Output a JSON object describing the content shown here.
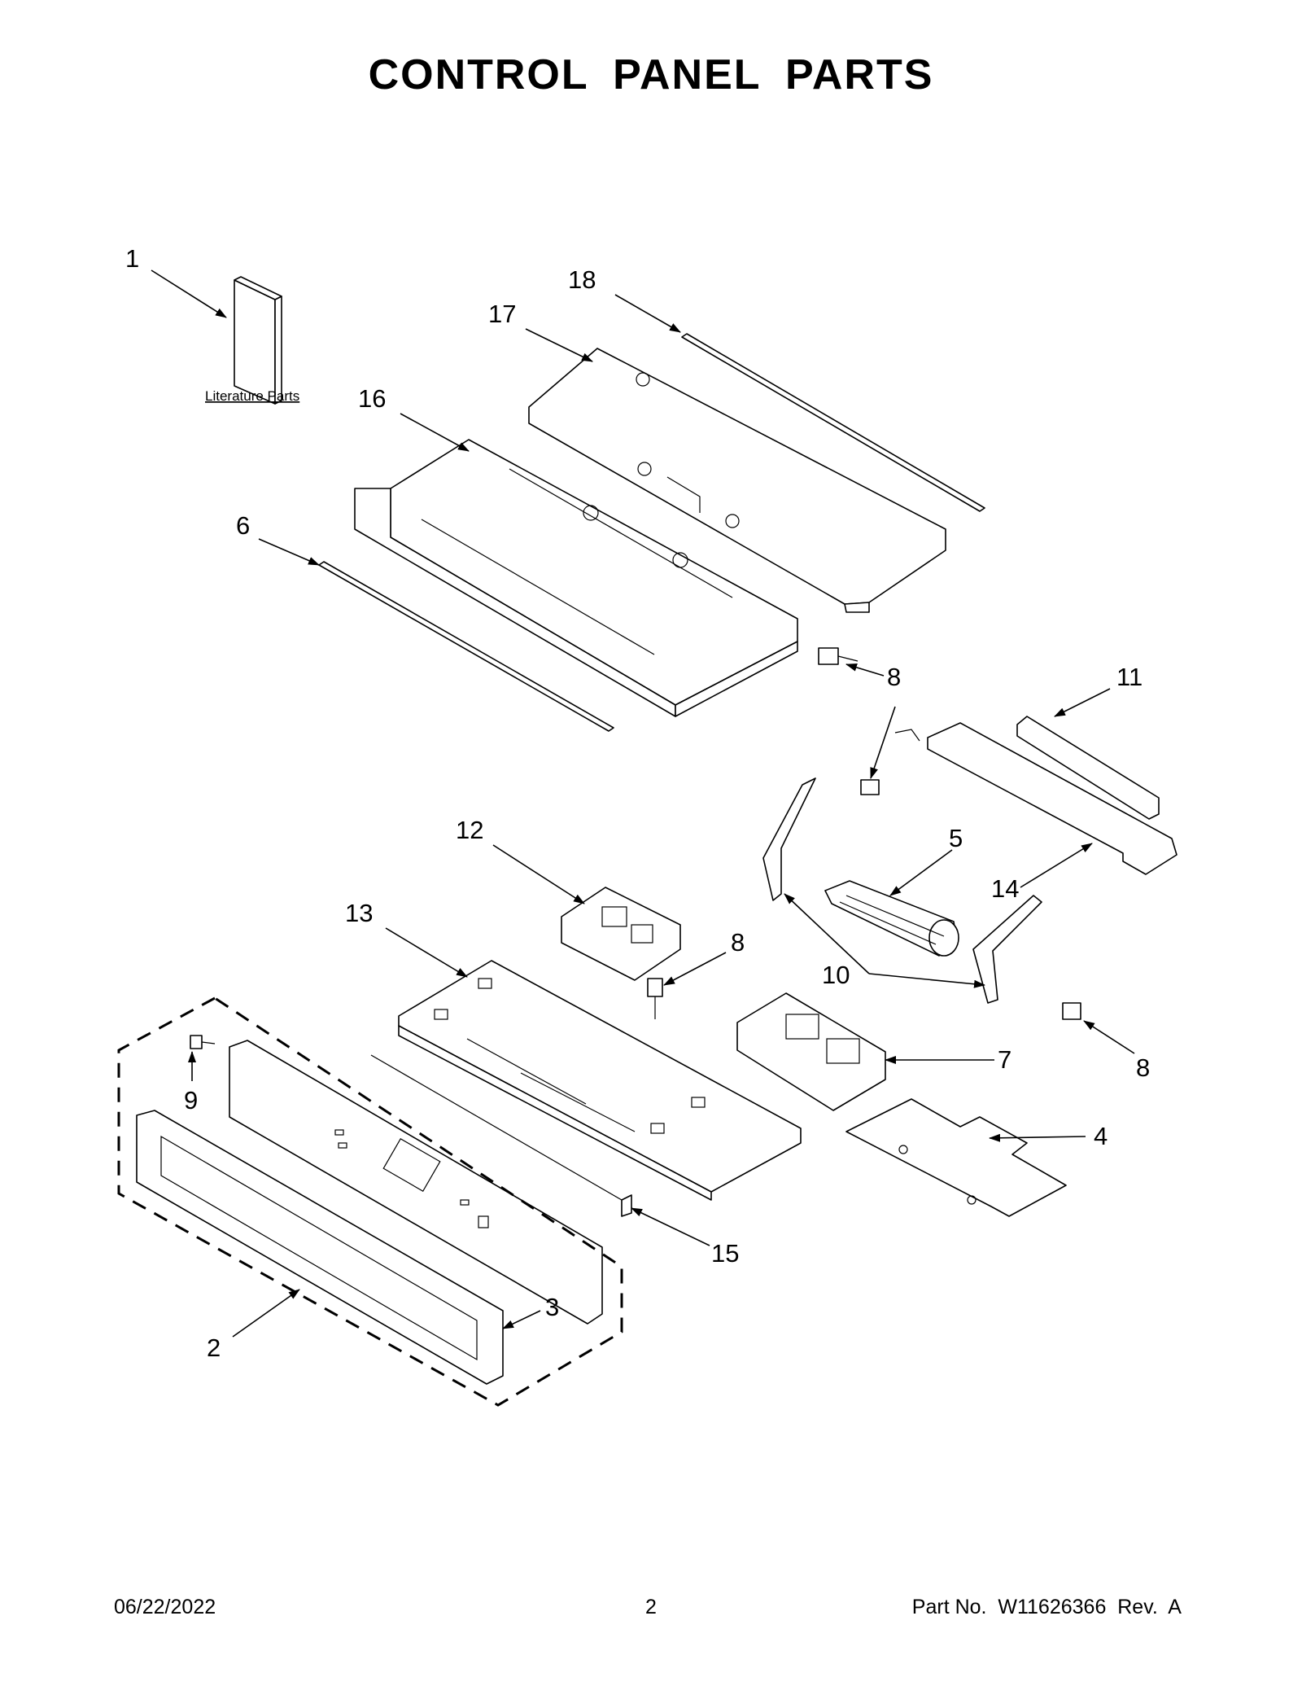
{
  "page": {
    "title": "CONTROL PANEL PARTS",
    "footer_date": "06/22/2022",
    "footer_page": "2",
    "footer_part": "Part No.  W11626366  Rev.  A"
  },
  "literature_label": "Literature Parts",
  "callouts": {
    "c1": "1",
    "c18": "18",
    "c17": "17",
    "c16": "16",
    "c6": "6",
    "c8a": "8",
    "c11": "11",
    "c8b": "8",
    "c12": "12",
    "c5": "5",
    "c14": "14",
    "c13": "13",
    "c8c": "8",
    "c10": "10",
    "c8d": "8",
    "c7": "7",
    "c9": "9",
    "c4": "4",
    "c15": "15",
    "c3": "3",
    "c2": "2"
  }
}
